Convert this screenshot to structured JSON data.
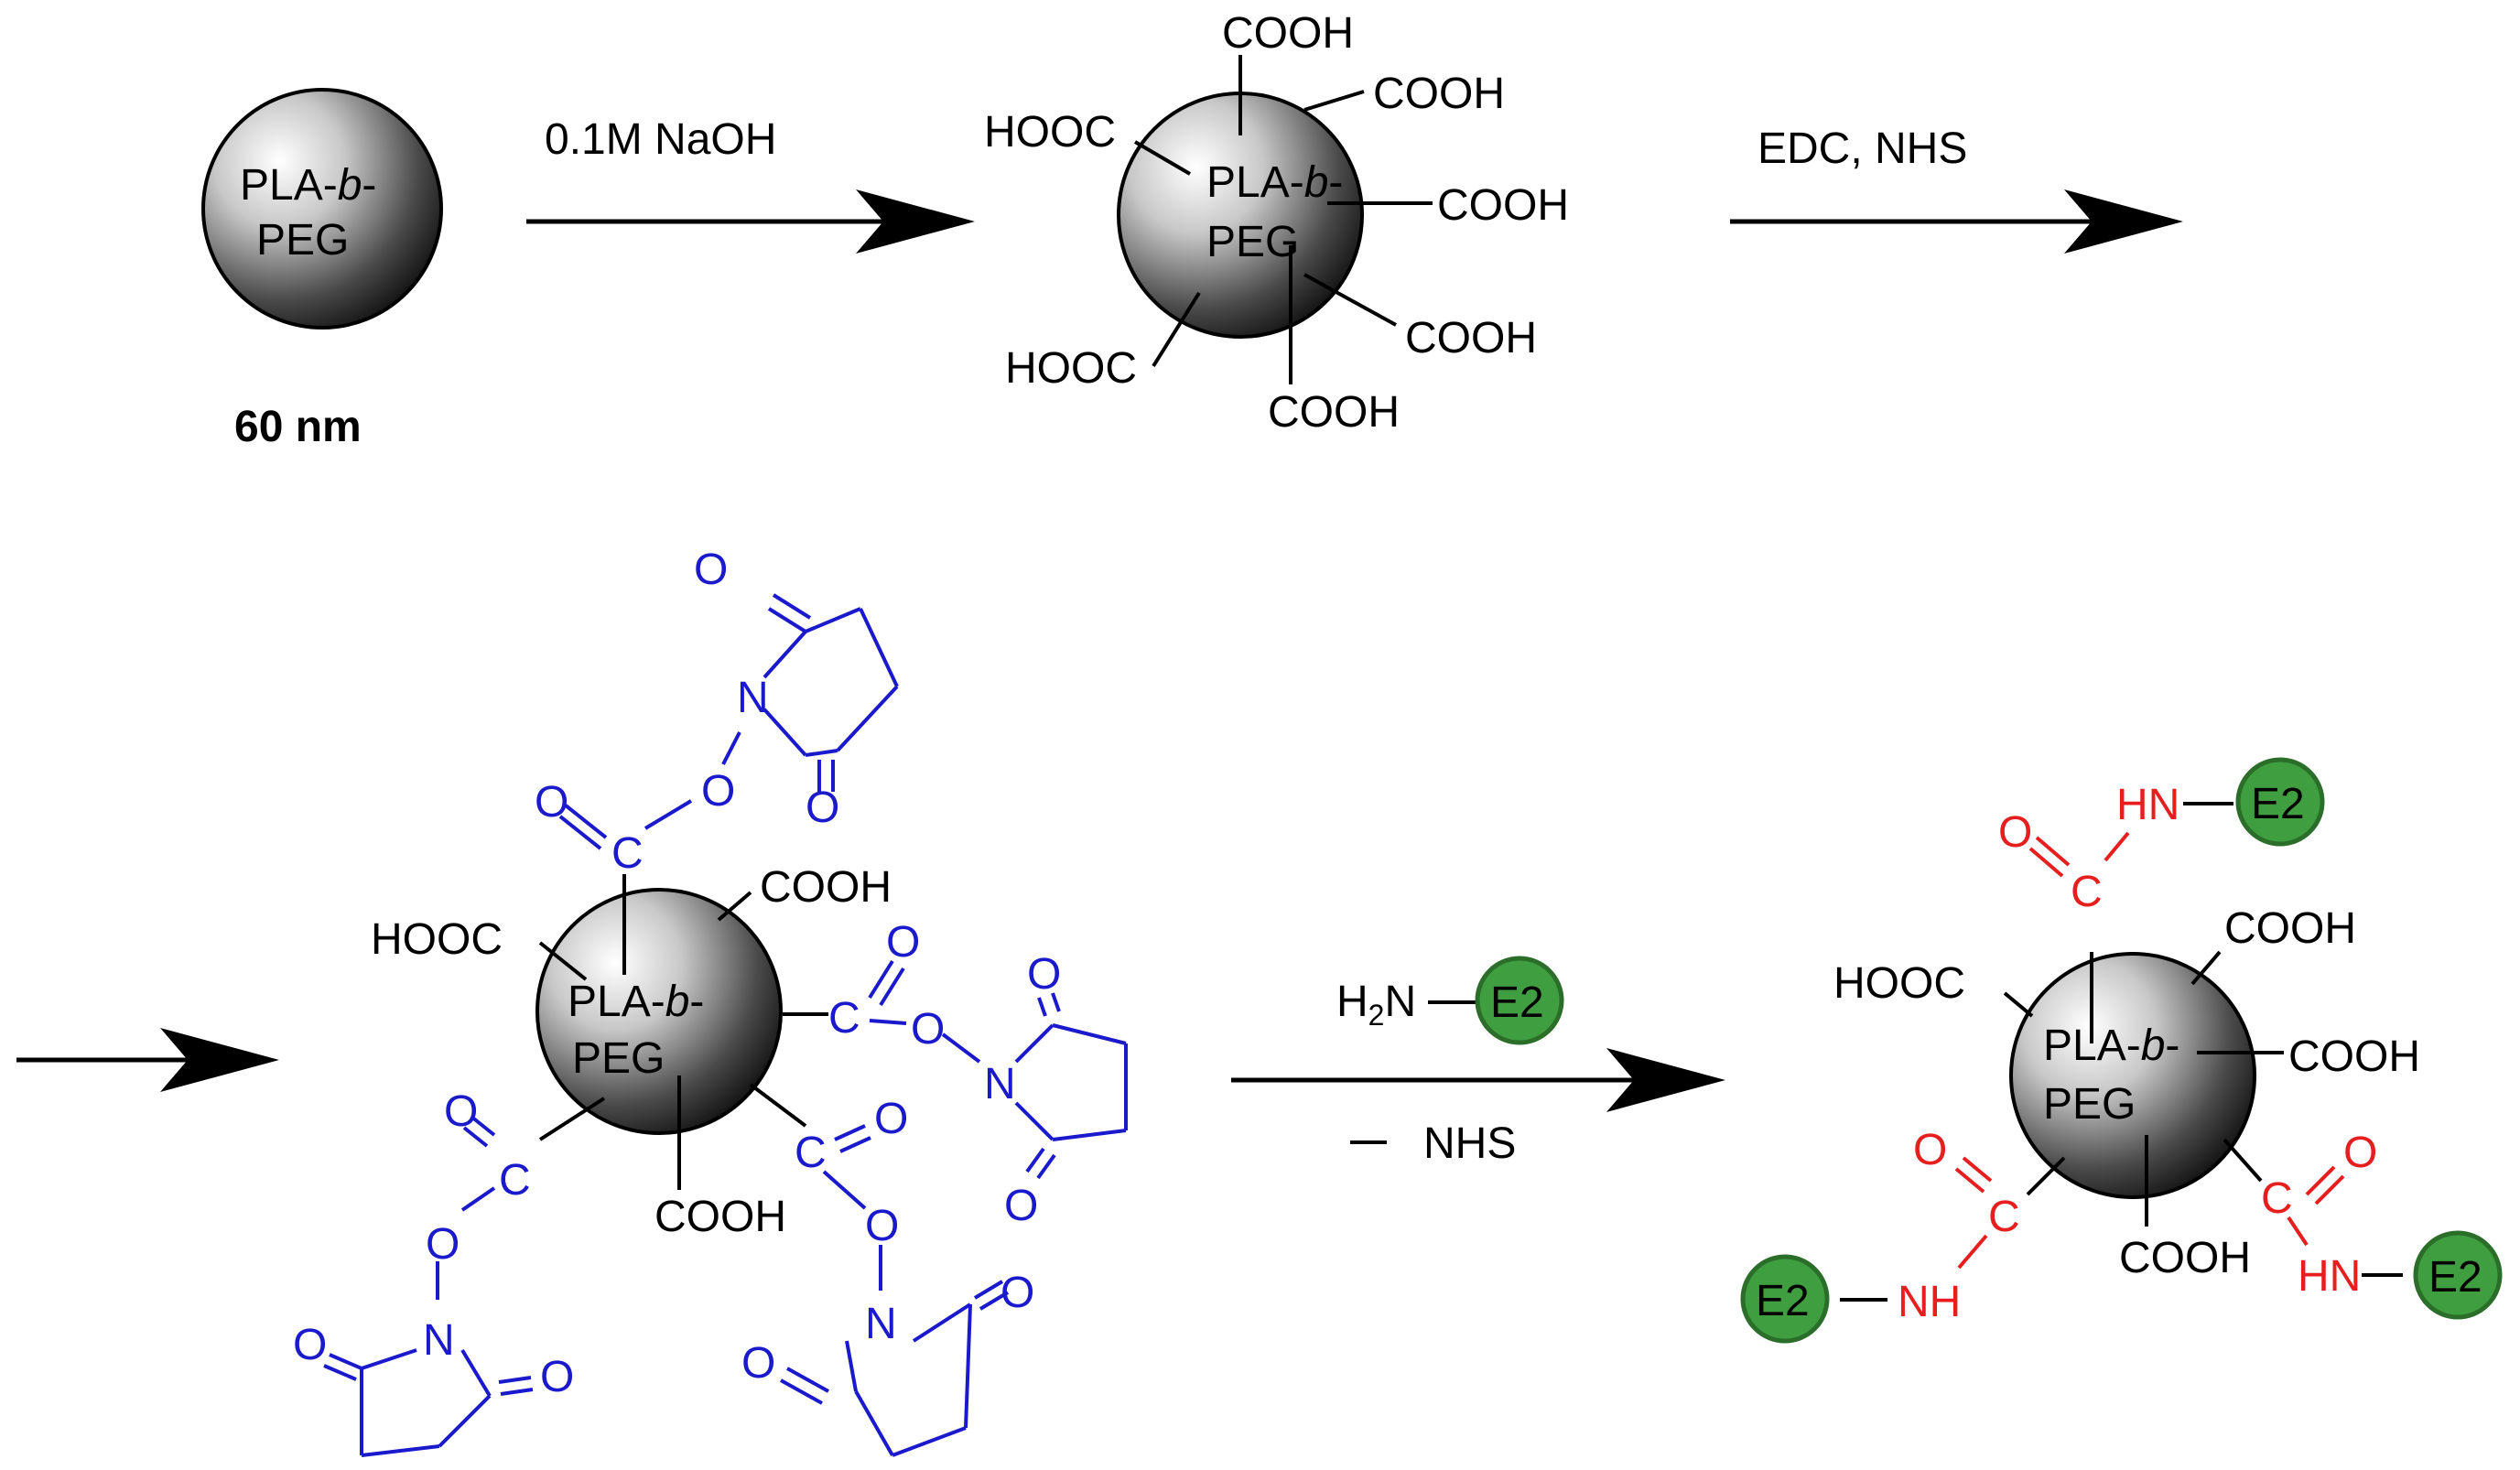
{
  "colors": {
    "black": "#000000",
    "nhs_blue": "#1a1acc",
    "amide_red": "#e61e1e",
    "e2_fill": "#3f9e3f",
    "e2_stroke": "#2a6e2a",
    "sphere_light": "#ffffff",
    "sphere_dark": "#111111"
  },
  "particle": {
    "label_line1_prefix": "PLA-",
    "label_line1_italic": "b",
    "label_line1_suffix": "-",
    "label_line2": "PEG",
    "size_label": "60 nm"
  },
  "reactions": {
    "step1_reagent": "0.1M NaOH",
    "step2_reagent": "EDC, NHS",
    "step3_amine_H": "H",
    "step3_amine_sub": "2",
    "step3_amine_N": "N",
    "step3_byproduct": "NHS"
  },
  "groups": {
    "cooh": "COOH",
    "hooc": "HOOC",
    "C": "C",
    "O": "O",
    "N": "N",
    "HN": "HN",
    "NH": "NH",
    "E2": "E2"
  }
}
